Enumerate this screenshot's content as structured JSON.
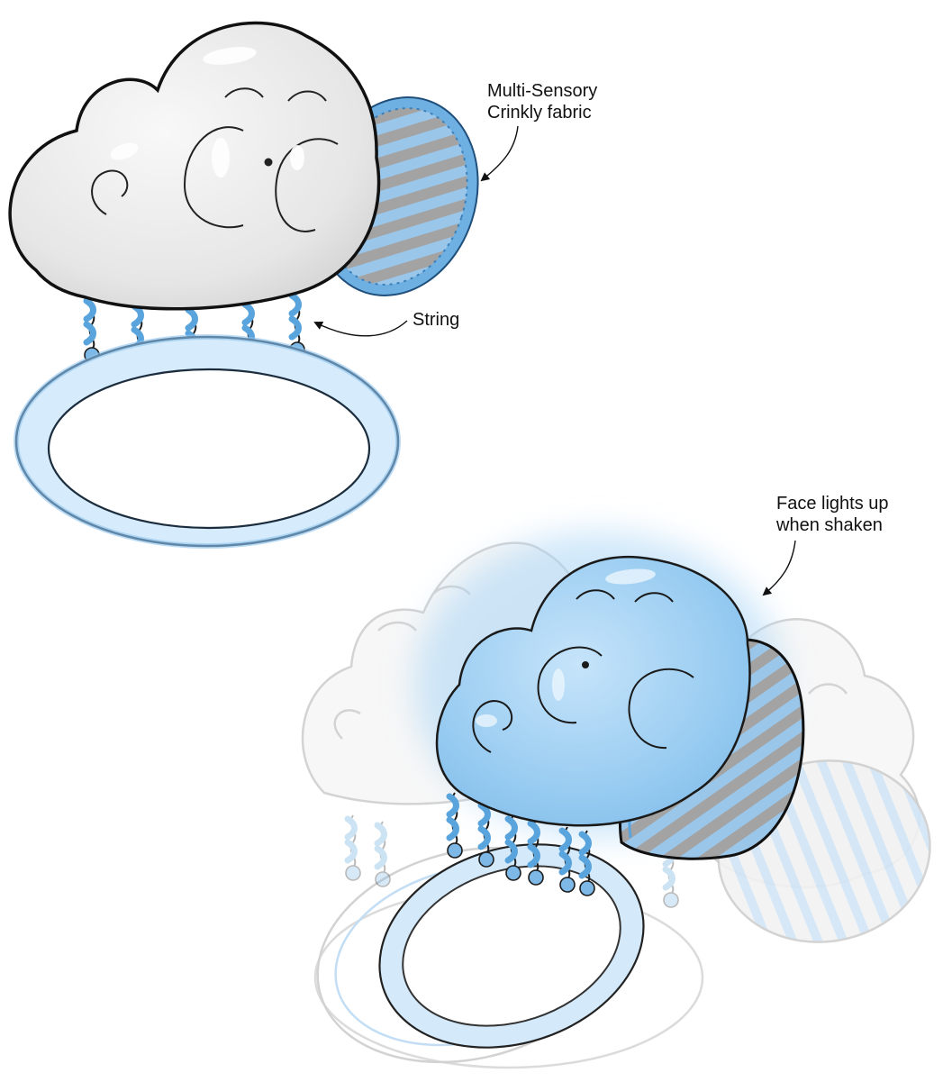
{
  "annotations": {
    "crinkly_fabric": {
      "line1": "Multi-Sensory",
      "line2": "Crinkly fabric"
    },
    "string": {
      "label": "String"
    },
    "lights_up": {
      "line1": "Face lights up",
      "line2": "when shaken"
    }
  },
  "colors": {
    "cloud_white": "#ececec",
    "cloud_outline": "#1a1a1a",
    "toy_blue": "#8cc3ee",
    "ring_blue": "#d9ecfb",
    "stripe_gray": "#9b9b9b",
    "glow_blue": "#a8d4f5",
    "ghost_gray": "#d6d6d6"
  }
}
